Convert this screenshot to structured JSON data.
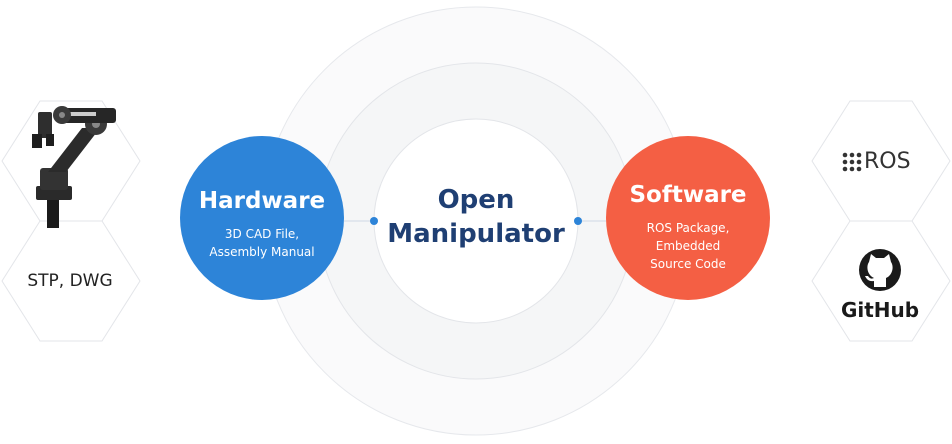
{
  "center": {
    "title_line1": "Open",
    "title_line2": "Manipulator"
  },
  "hardware": {
    "title": "Hardware",
    "subtitle_line1": "3D CAD File,",
    "subtitle_line2": "Assembly Manual",
    "color": "#2d84d8"
  },
  "software": {
    "title": "Software",
    "subtitle_line1": "ROS Package,",
    "subtitle_line2": "Embedded",
    "subtitle_line3": "Source Code",
    "color": "#f45f44"
  },
  "left_hexagons": {
    "image_icon": "robot-arm-icon",
    "file_formats": "STP, DWG"
  },
  "right_hexagons": {
    "ros_label": "ROS",
    "ros_icon": "ros-dots-icon",
    "github_label": "GitHub",
    "github_icon": "github-octocat-icon"
  },
  "colors": {
    "center_text": "#1f3f73",
    "ring_border": "#e6e8ec",
    "ring_fill": "#f9f9fa",
    "connector": "#2d84d8"
  }
}
